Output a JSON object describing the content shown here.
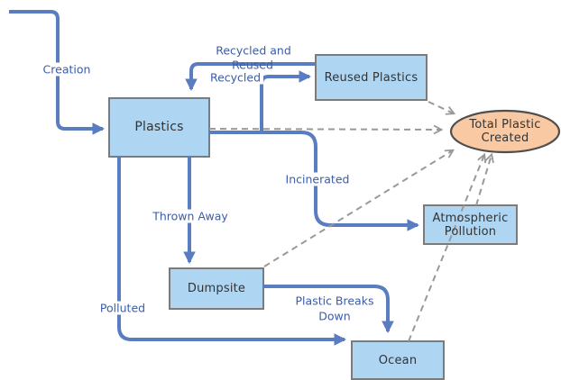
{
  "diagram": {
    "title_hint": "plastic lifecycle flowchart",
    "nodes": {
      "plastics": {
        "label": "Plastics"
      },
      "reused_plastics": {
        "label": "Reused Plastics"
      },
      "atmospheric_pollution": {
        "label_line1": "Atmospheric",
        "label_line2": "Pollution"
      },
      "dumpsite": {
        "label": "Dumpsite"
      },
      "ocean": {
        "label": "Ocean"
      },
      "total_plastic_created": {
        "label_line1": "Total Plastic",
        "label_line2": "Created"
      }
    },
    "edge_labels": {
      "creation": "Creation",
      "recycled_and_reused_line1": "Recycled and",
      "recycled_and_reused_line2": "Reused",
      "recycled": "Recycled",
      "incinerated": "Incinerated",
      "thrown_away": "Thrown Away",
      "polluted": "Polluted",
      "plastic_breaks_down_line1": "Plastic Breaks",
      "plastic_breaks_down_line2": "Down"
    },
    "colors": {
      "solid_edge": "#5a7cc0",
      "dashed_edge": "#999999",
      "box_fill": "#aed5f2",
      "box_border": "#7b7b7b",
      "ellipse_fill": "#f9c9a3",
      "ellipse_border": "#4f4f4f",
      "edge_label_text": "#3b5ca8",
      "node_label_text": "#333333",
      "background": "#ffffff"
    }
  }
}
